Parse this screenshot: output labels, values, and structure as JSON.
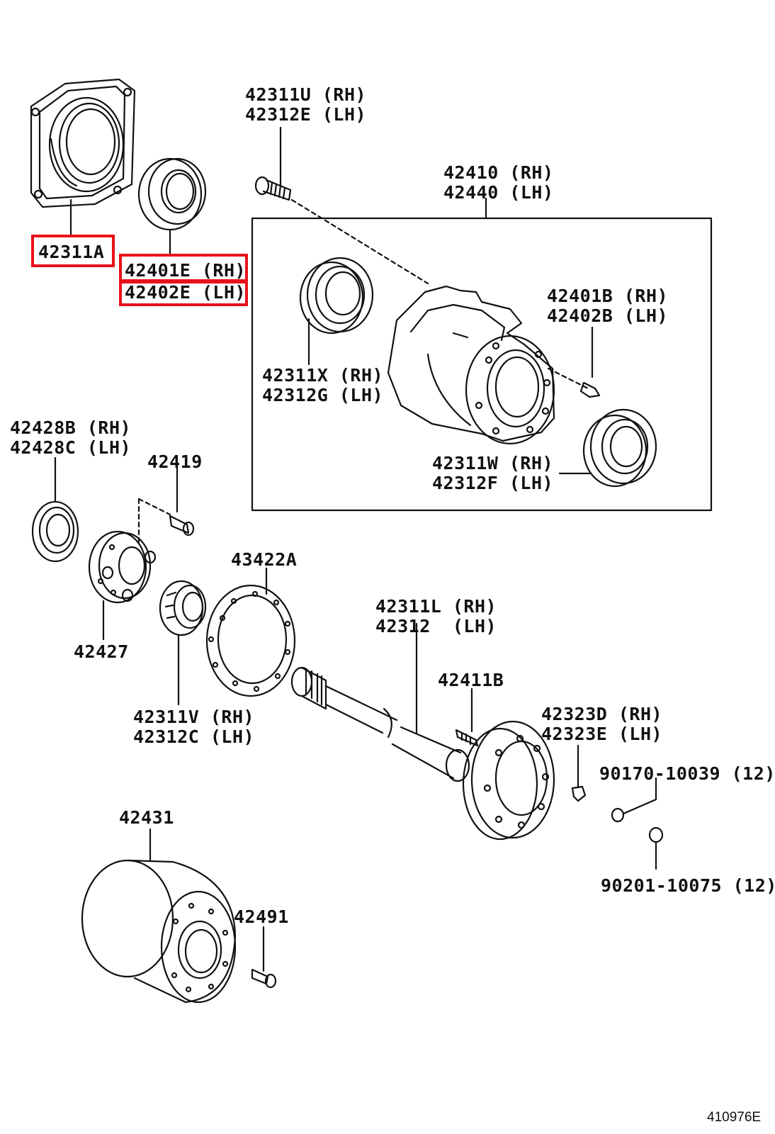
{
  "parts": {
    "p_42311A": "42311A",
    "p_42401E": "42401E (RH)",
    "p_42402E": "42402E (LH)",
    "p_42311U": "42311U (RH)",
    "p_42312E": "42312E (LH)",
    "p_42410": "42410 (RH)",
    "p_42440": "42440 (LH)",
    "p_42401B": "42401B (RH)",
    "p_42402B": "42402B (LH)",
    "p_42311X": "42311X (RH)",
    "p_42312G": "42312G (LH)",
    "p_42311W": "42311W (RH)",
    "p_42312F": "42312F (LH)",
    "p_42428B": "42428B (RH)",
    "p_42428C": "42428C (LH)",
    "p_42419": "42419",
    "p_43422A": "43422A",
    "p_42427": "42427",
    "p_42311L": "42311L (RH)",
    "p_42312": "42312  (LH)",
    "p_42411B": "42411B",
    "p_42311V": "42311V (RH)",
    "p_42312C": "42312C (LH)",
    "p_42323D": "42323D (RH)",
    "p_42323E": "42323E (LH)",
    "p_90170": "90170-10039 (12)",
    "p_42431": "42431",
    "p_90201": "90201-10075 (12)",
    "p_42491": "42491"
  },
  "figure_number": "410976E",
  "highlight_color": "#e8111a"
}
